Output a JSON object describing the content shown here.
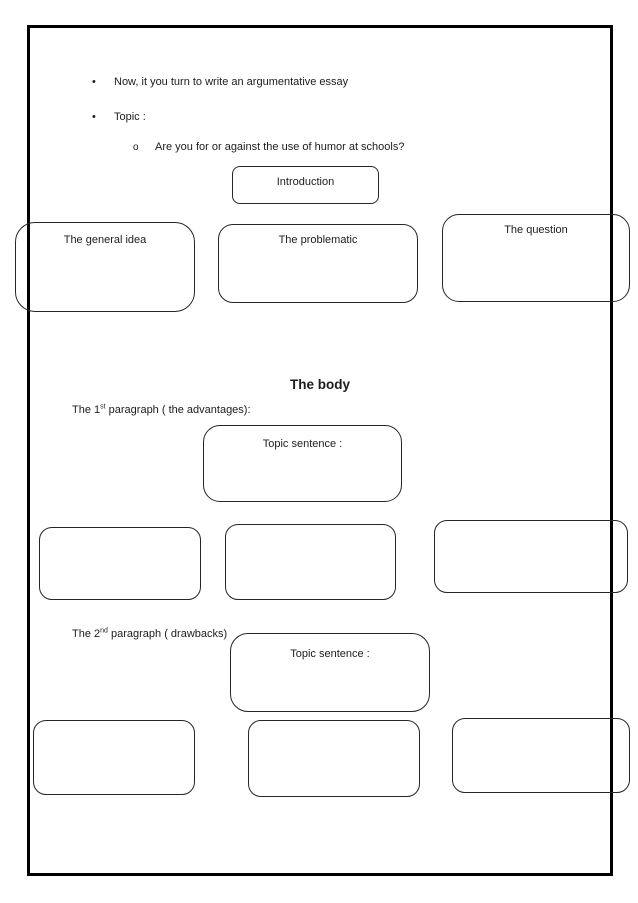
{
  "document": {
    "bullets": [
      {
        "marker": "•",
        "text": "Now, it you turn to write an argumentative essay"
      },
      {
        "marker": "•",
        "text": "Topic :"
      },
      {
        "marker": "o",
        "text": "Are you for or against the use of humor at schools?"
      }
    ],
    "introduction_box": {
      "label": "Introduction"
    },
    "intro_row_boxes": [
      {
        "label": "The general idea"
      },
      {
        "label": "The problematic"
      },
      {
        "label": "The question"
      }
    ],
    "body_heading": "The body",
    "paragraph1_label": {
      "prefix": "The 1",
      "superscript": "st",
      "suffix": " paragraph ( the advantages):"
    },
    "topic_sentence_box1": {
      "label": "Topic sentence :"
    },
    "paragraph2_label": {
      "prefix": "The 2",
      "superscript": "nd",
      "suffix": " paragraph ( drawbacks)"
    },
    "topic_sentence_box2": {
      "label": "Topic sentence :"
    }
  },
  "colors": {
    "page_border": "#000000",
    "box_border": "#262626",
    "text": "#1c1c1c",
    "background": "#ffffff"
  }
}
